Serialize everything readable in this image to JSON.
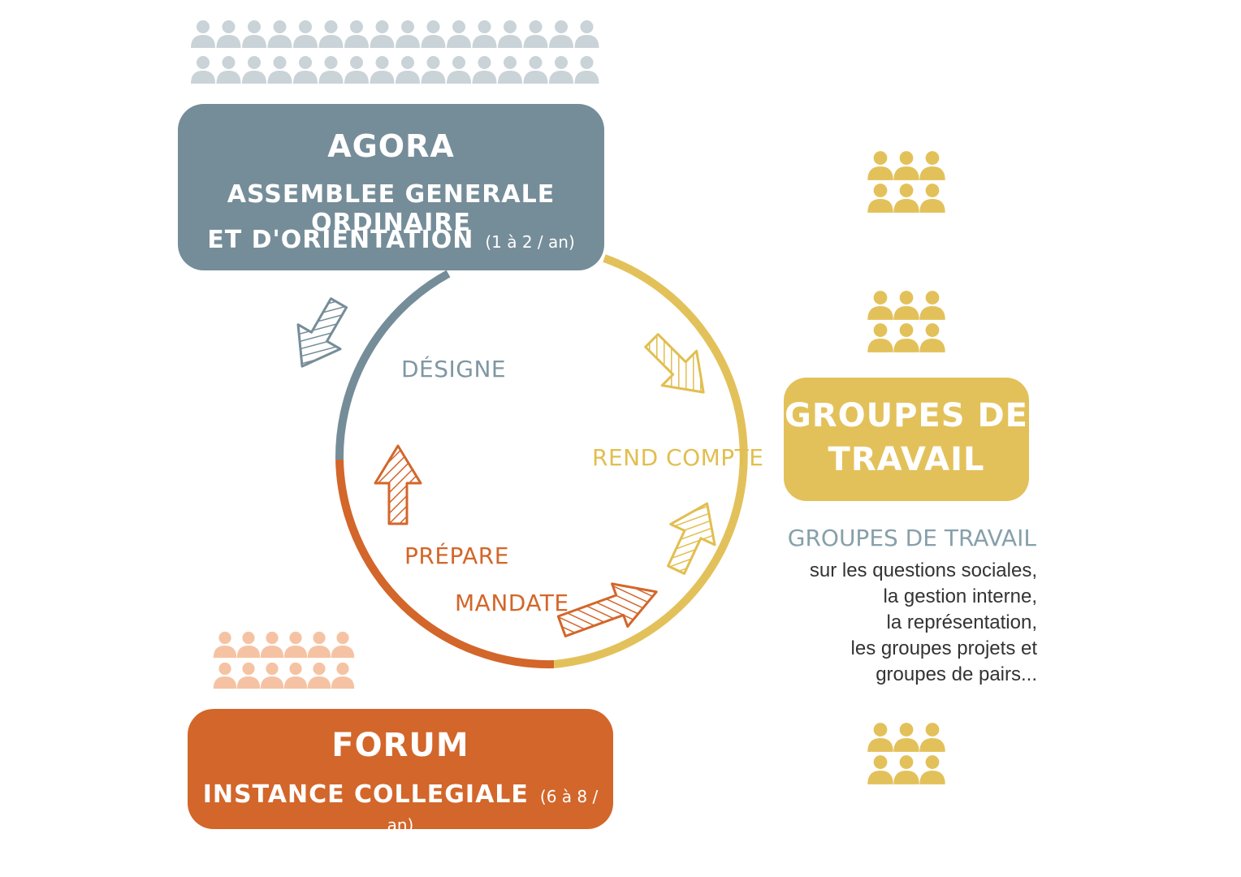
{
  "agora": {
    "title": "AGORA",
    "line1": "ASSEMBLEE GENERALE ORDINAIRE",
    "line2": "ET D'ORIENTATION",
    "frequency": "(1 à 2 / an)"
  },
  "forum": {
    "title": "FORUM",
    "line1": "INSTANCE COLLEGIALE",
    "frequency": "(6 à 8 / an)"
  },
  "groupes": {
    "title_line1": "GROUPES DE",
    "title_line2": "TRAVAIL",
    "heading": "GROUPES DE TRAVAIL",
    "description": [
      "sur les questions sociales,",
      "la gestion interne,",
      "la représentation,",
      "les groupes projets et",
      "groupes de pairs..."
    ]
  },
  "cycle": {
    "designe": "DÉSIGNE",
    "rend_compte": "REND COMPTE",
    "prepare": "PRÉPARE",
    "mandate": "MANDATE"
  },
  "colors": {
    "agora": "#758d99",
    "forum": "#d3662a",
    "groupes": "#e3c15a",
    "people_grey": "#c9d3d8",
    "people_peach": "#f5c3a3",
    "people_yellow": "#e3c15a"
  },
  "icons": {
    "people": "person-icon",
    "arrows": "hatched-arrow-icon"
  }
}
